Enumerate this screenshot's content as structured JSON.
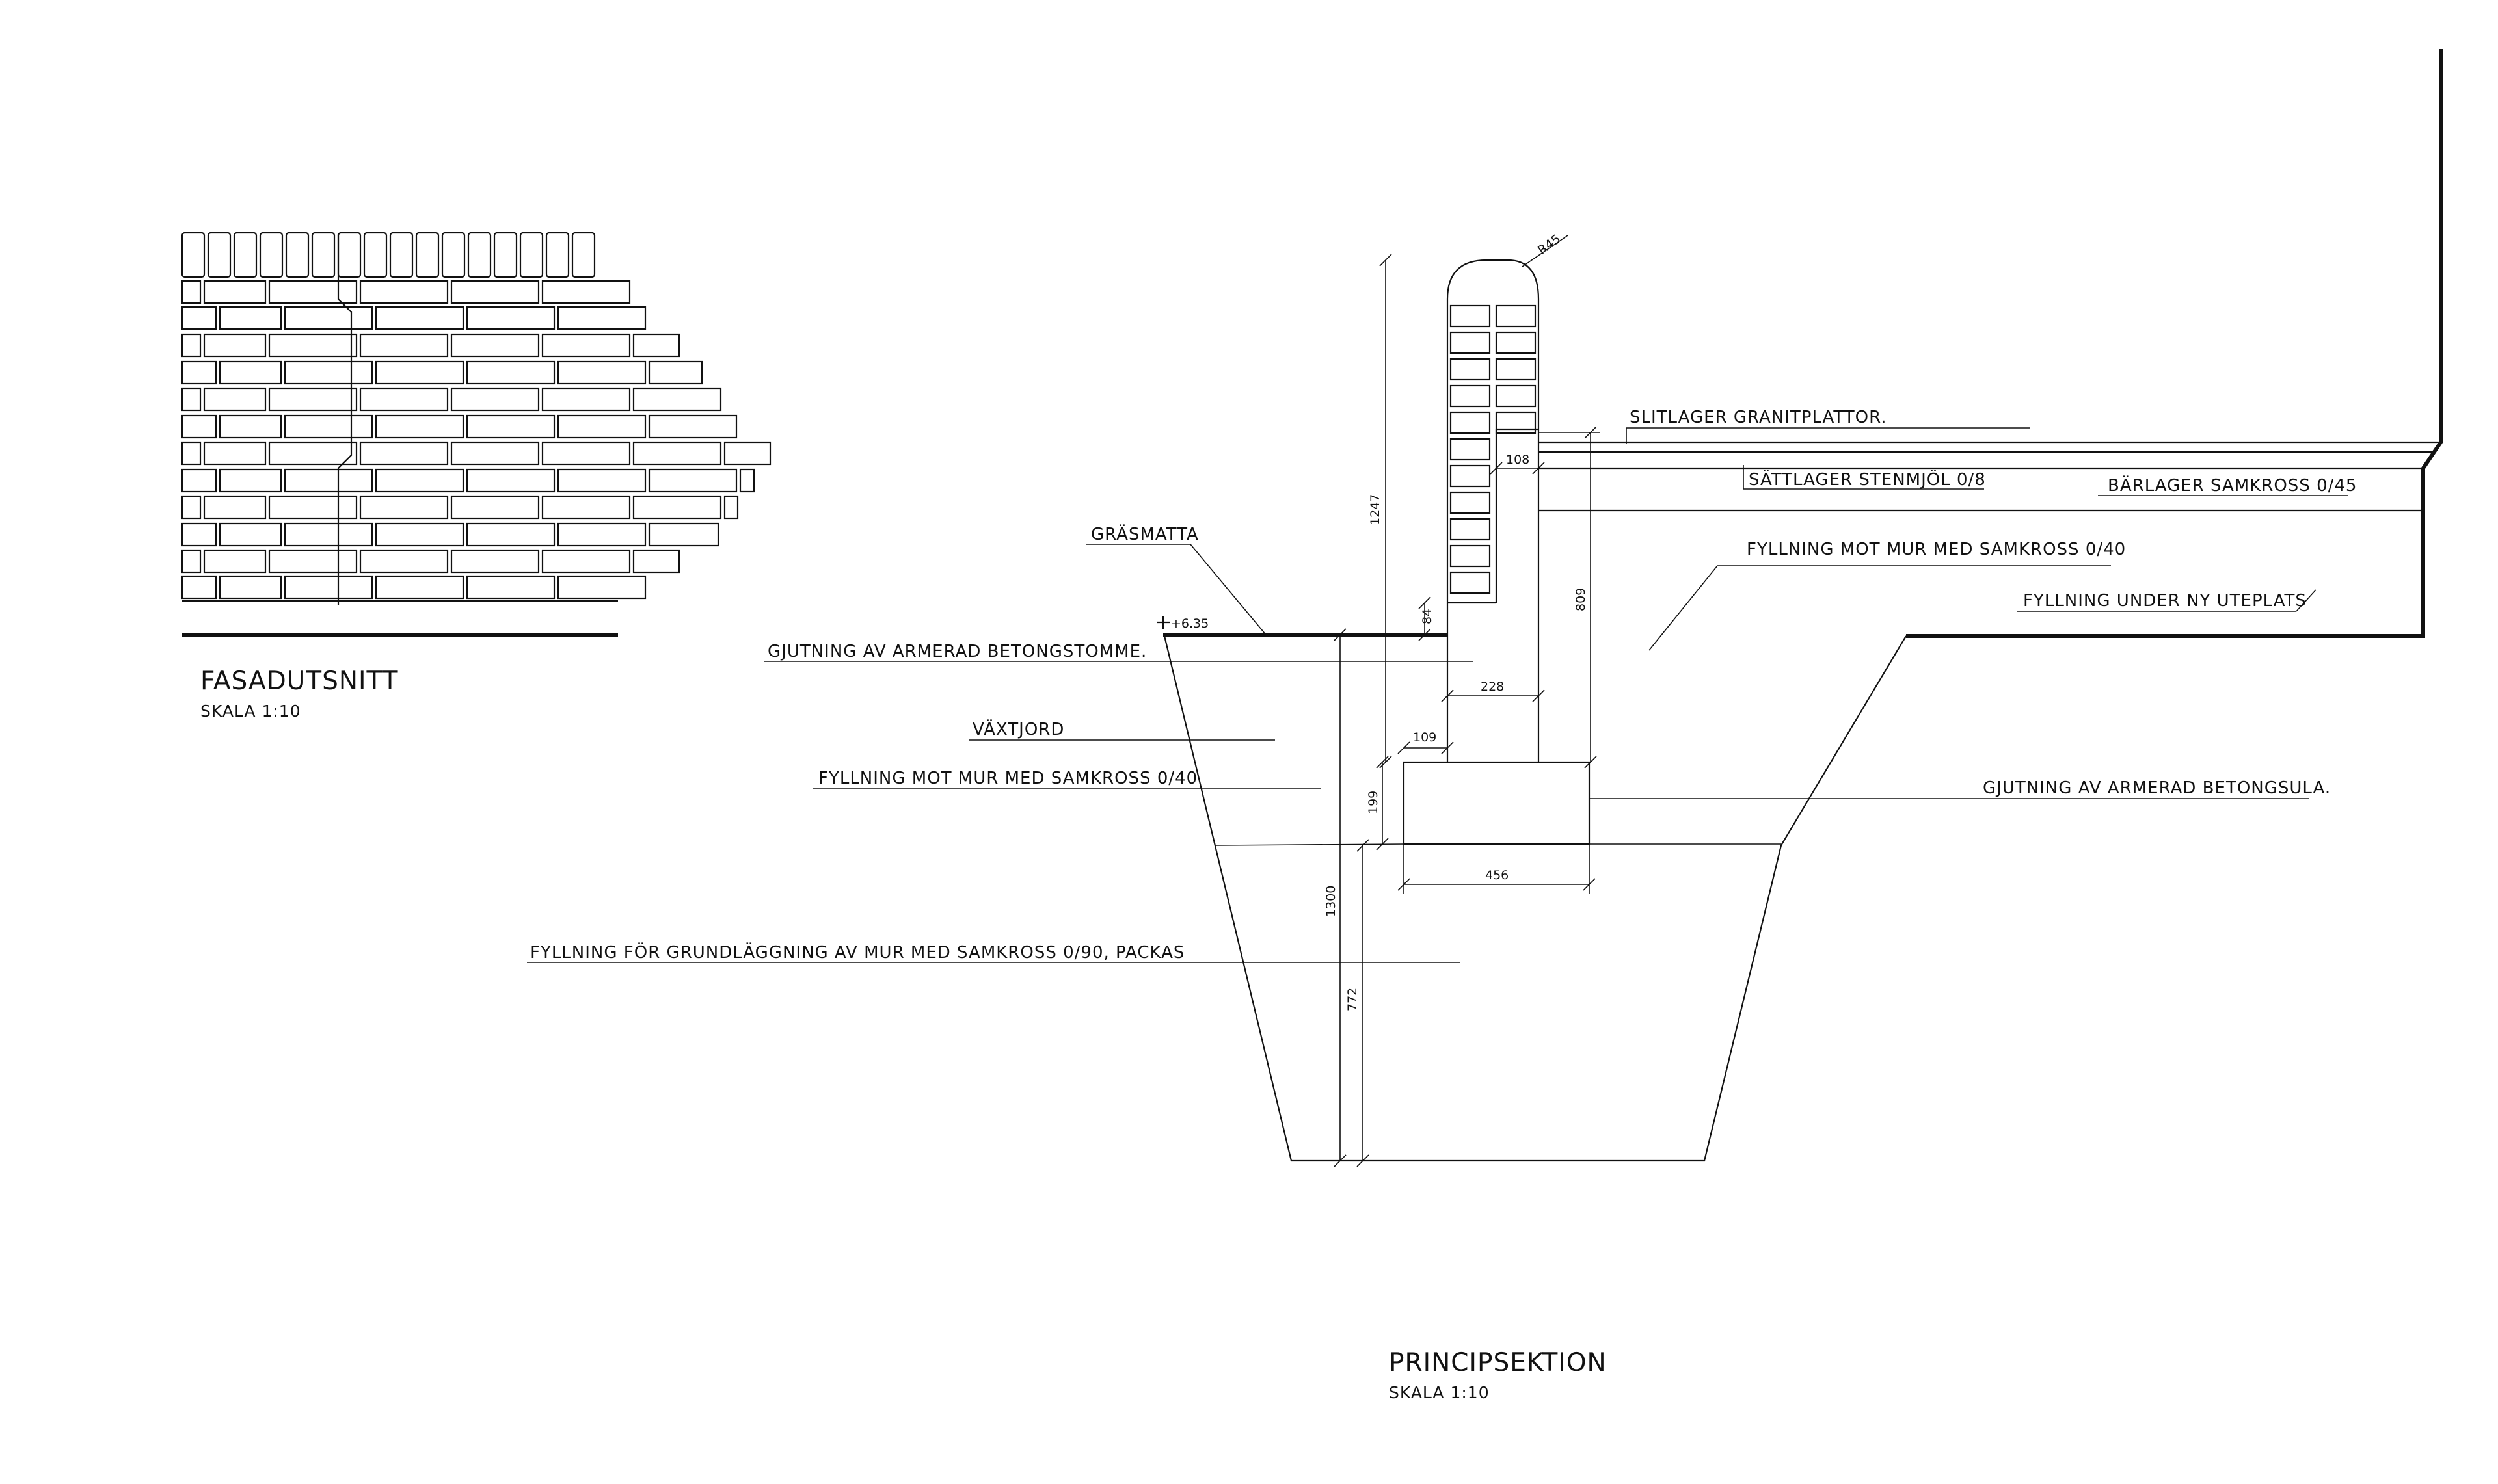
{
  "facade": {
    "title": "FASADUTSNITT",
    "scale": "SKALA 1:10"
  },
  "section": {
    "title": "PRINCIPSEKTION",
    "scale": "SKALA 1:10",
    "coping_radius": "R45",
    "level_mark": "+6.35"
  },
  "labels": {
    "slitlager": "SLITLAGER GRANITPLATTOR.",
    "sattlager": "SÄTTLAGER STENMJÖL 0/8",
    "barlager": "BÄRLAGER SAMKROSS 0/45",
    "fyllning_right": "FYLLNING MOT MUR MED SAMKROSS 0/40",
    "fyllning_uteplats": "FYLLNING UNDER NY UTEPLATS",
    "grasmatta": "GRÄSMATTA",
    "gjutning_stomme": "GJUTNING AV ARMERAD BETONGSTOMME.",
    "vaxtjord": "VÄXTJORD",
    "fyllning_left": "FYLLNING MOT MUR MED SAMKROSS 0/40",
    "gjutning_sula": "GJUTNING AV ARMERAD BETONGSULA.",
    "fyllning_grund": "FYLLNING FÖR GRUNDLÄGGNING AV MUR MED SAMKROSS 0/90, PACKAS"
  },
  "dimensions": {
    "wall_height": "1247",
    "step_108": "108",
    "depth_809": "809",
    "offset_84": "84",
    "wall_228": "228",
    "wall_109": "109",
    "footing_199": "199",
    "footing_456": "456",
    "excavation_1300": "1300",
    "fill_772": "772"
  }
}
